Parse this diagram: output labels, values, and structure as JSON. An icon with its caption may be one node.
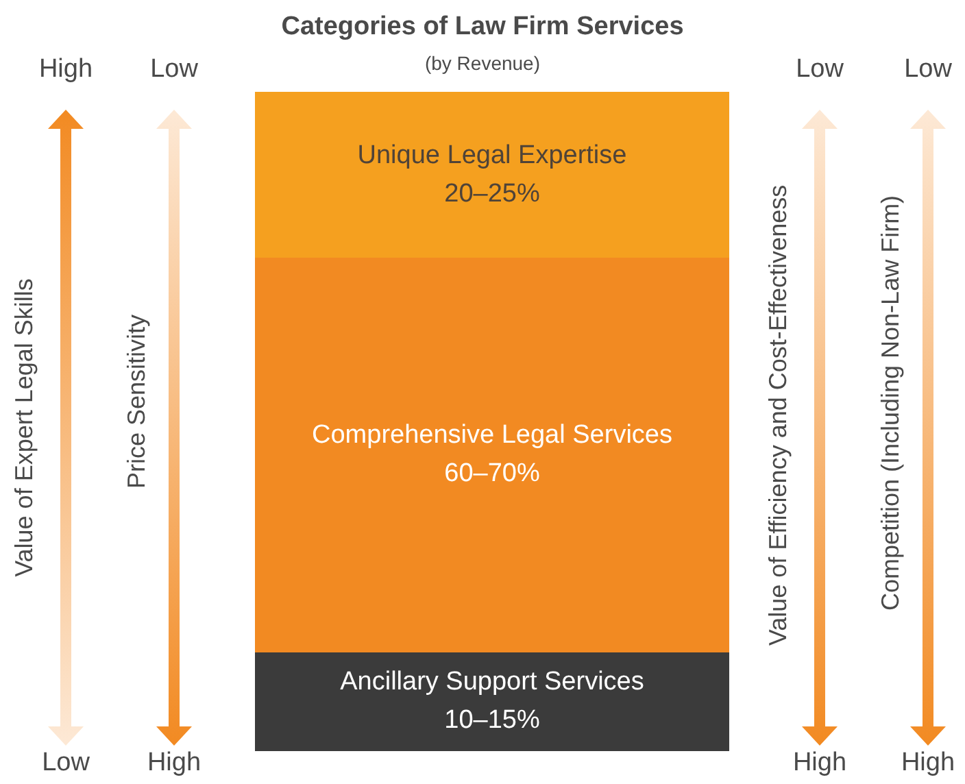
{
  "diagram": {
    "title": "Categories of Law Firm Services",
    "nodes": [
      {
        "text": [
          "Unique Legal Expertise",
          "20–25%"
        ]
      },
      {
        "text": [
          "Comprehensive Legal Services",
          "60–70%"
        ]
      },
      {
        "text": [
          "Ancillary Support Services",
          "10–15%"
        ]
      }
    ],
    "labels": [
      "(by Revenue)",
      "High",
      "Low",
      "Low",
      "Low",
      "Value of Expert Legal Skills",
      "Price Sensitivity",
      "Value of Efficiency and Cost-Effectiveness",
      "Competition (Including Non-Law Firm)",
      "Low",
      "High",
      "High",
      "High"
    ]
  }
}
